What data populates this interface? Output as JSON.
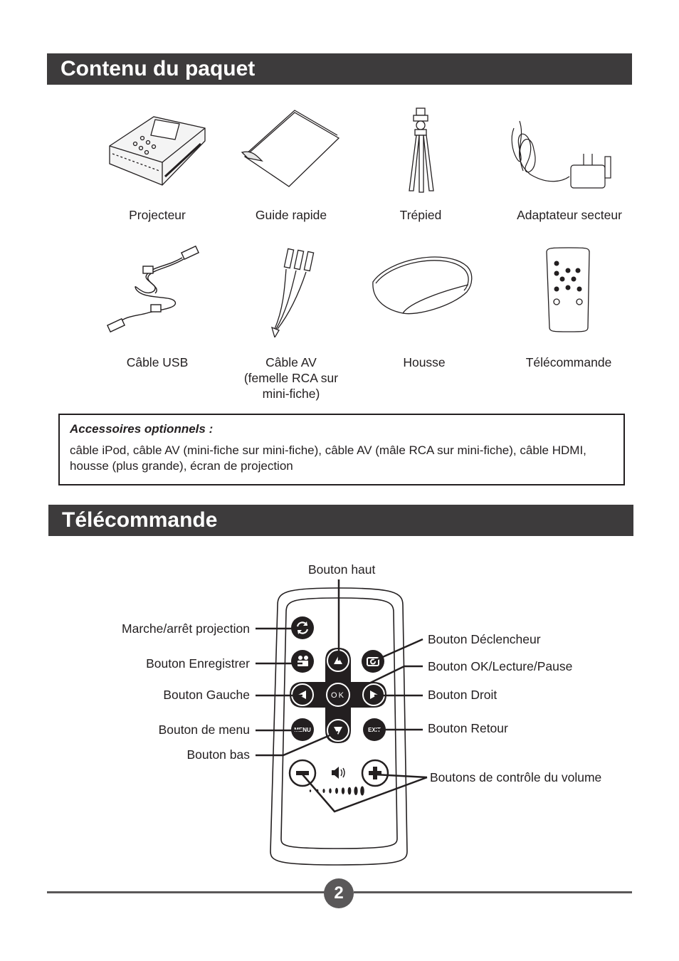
{
  "sections": {
    "package_title": "Contenu du paquet",
    "remote_title": "Télécommande"
  },
  "package_items": {
    "projector": "Projecteur",
    "quick_guide": "Guide rapide",
    "tripod": "Trépied",
    "adapter": "Adaptateur secteur",
    "usb_cable": "Câble USB",
    "av_cable": [
      "Câble AV",
      "(femelle RCA sur",
      "mini-fiche)"
    ],
    "pouch": "Housse",
    "remote": "Télécommande"
  },
  "optional": {
    "title": "Accessoires optionnels :",
    "text": "câble iPod, câble AV (mini-fiche sur mini-fiche), câble AV (mâle RCA sur mini-fiche), câble HDMI, housse (plus grande), écran de projection"
  },
  "remote_labels": {
    "up": "Bouton haut",
    "power": "Marche/arrêt projection",
    "record": "Bouton Enregistrer",
    "left": "Bouton Gauche",
    "menu": "Bouton de menu",
    "down": "Bouton bas",
    "shutter": "Bouton Déclencheur",
    "ok": "Bouton OK/Lecture/Pause",
    "right": "Bouton Droit",
    "exit": "Bouton Retour",
    "volume": "Boutons de contrôle du volume"
  },
  "remote_buttons": {
    "ok": "OK",
    "menu": "MENU",
    "exit": "EXIT"
  },
  "footer": {
    "page_number": "2"
  }
}
